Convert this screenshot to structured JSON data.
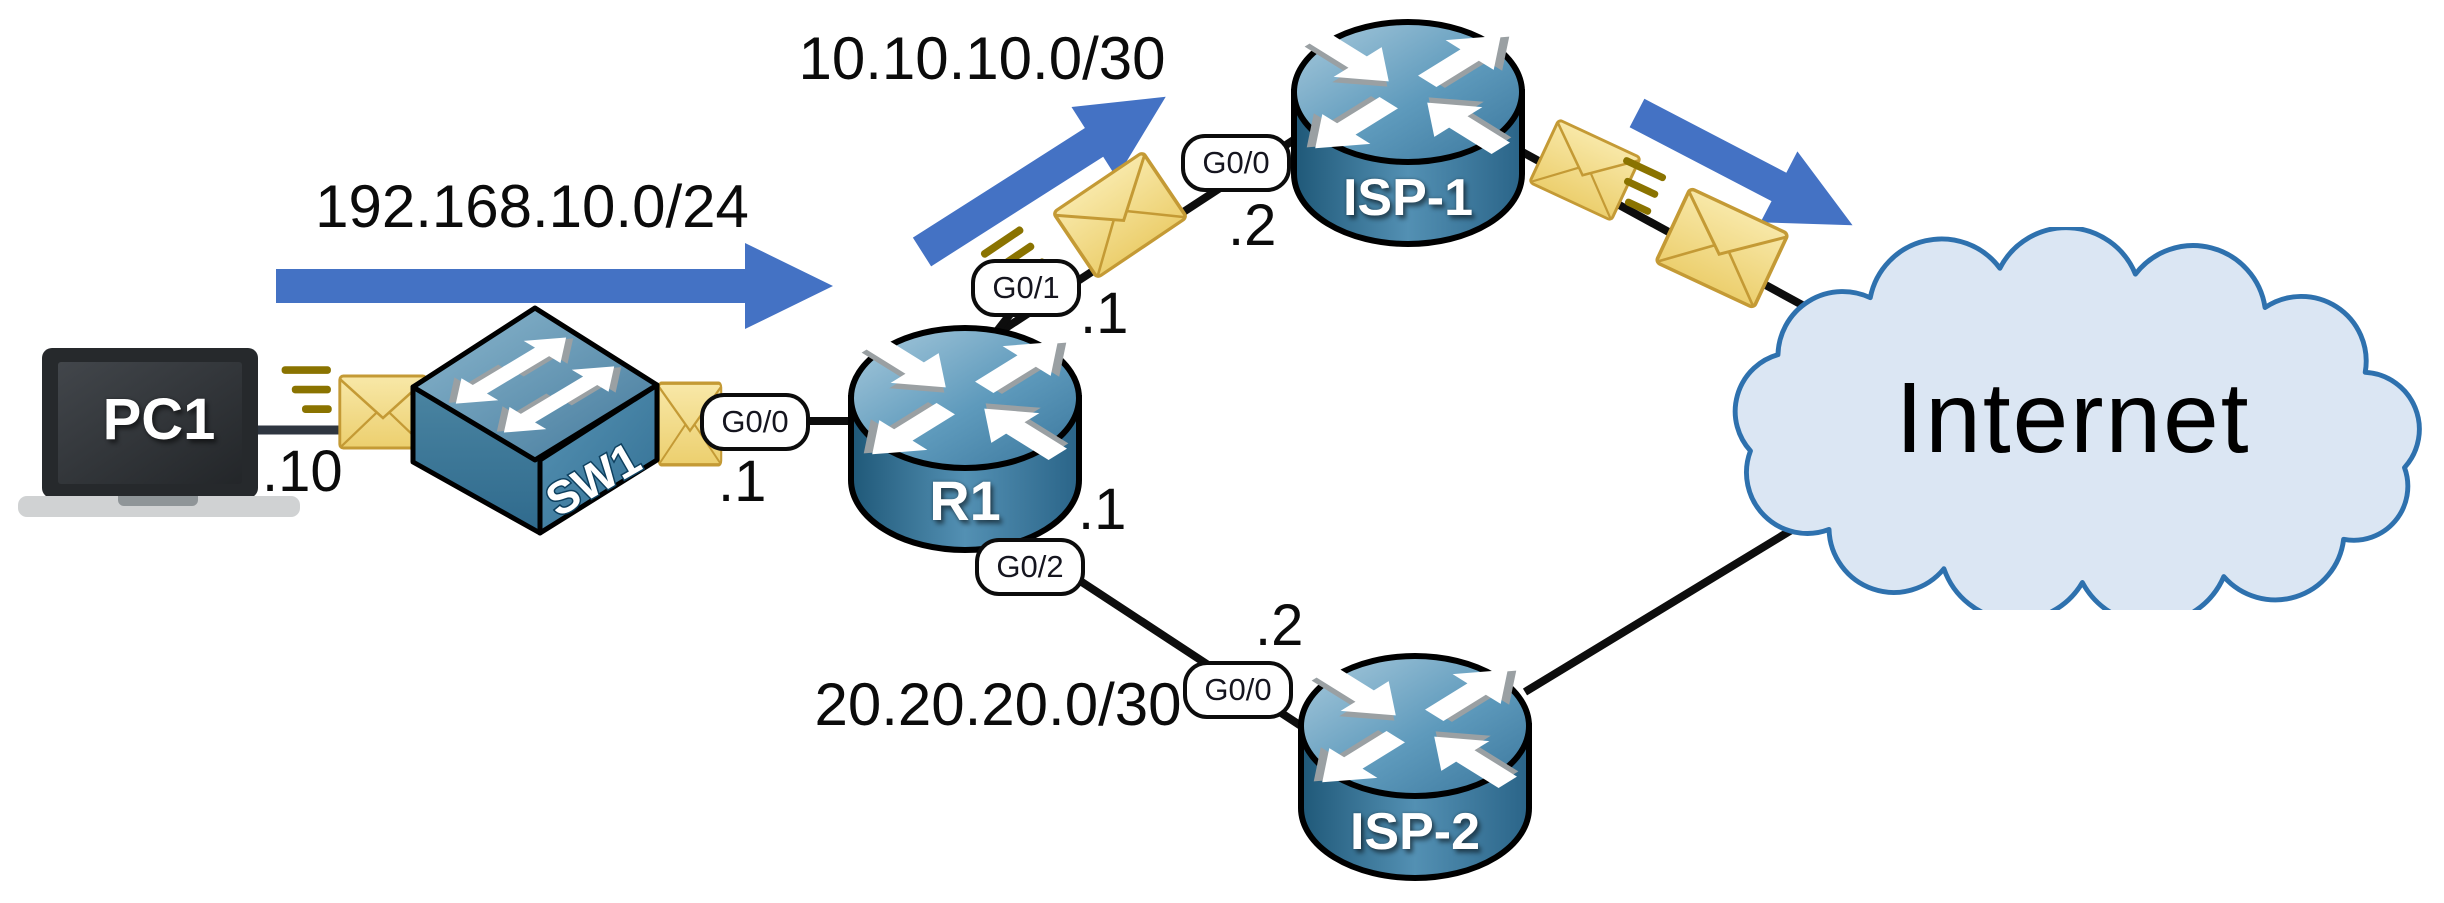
{
  "diagram": {
    "pc1": {
      "name": "PC1",
      "address": ".10"
    },
    "sw1": {
      "name": "SW1"
    },
    "r1": {
      "name": "R1",
      "if_g00": {
        "name": "G0/0",
        "address": ".1"
      },
      "if_g01": {
        "name": "G0/1",
        "address": ".1"
      },
      "if_g02": {
        "name": "G0/2",
        "address": ".1"
      }
    },
    "isp1": {
      "name": "ISP-1",
      "if_g00": {
        "name": "G0/0",
        "address": ".2"
      }
    },
    "isp2": {
      "name": "ISP-2",
      "if_g00": {
        "name": "G0/0",
        "address": ".2"
      }
    },
    "internet": {
      "name": "Internet"
    },
    "networks": {
      "lan": "192.168.10.0/24",
      "r1_isp1": "10.10.10.0/30",
      "r1_isp2": "20.20.20.0/30"
    },
    "colors": {
      "traffic_arrow": "#4472c4",
      "envelope_fill": "#f2d87f",
      "envelope_stroke": "#c49a35",
      "speed_lines": "#8a7300",
      "cloud_fill": "#dbe6f3",
      "cloud_stroke": "#2e71ae",
      "link_line": "#0d0d0d",
      "device_blue_light": "#a9cadd",
      "device_blue_dark": "#1f5878"
    }
  }
}
